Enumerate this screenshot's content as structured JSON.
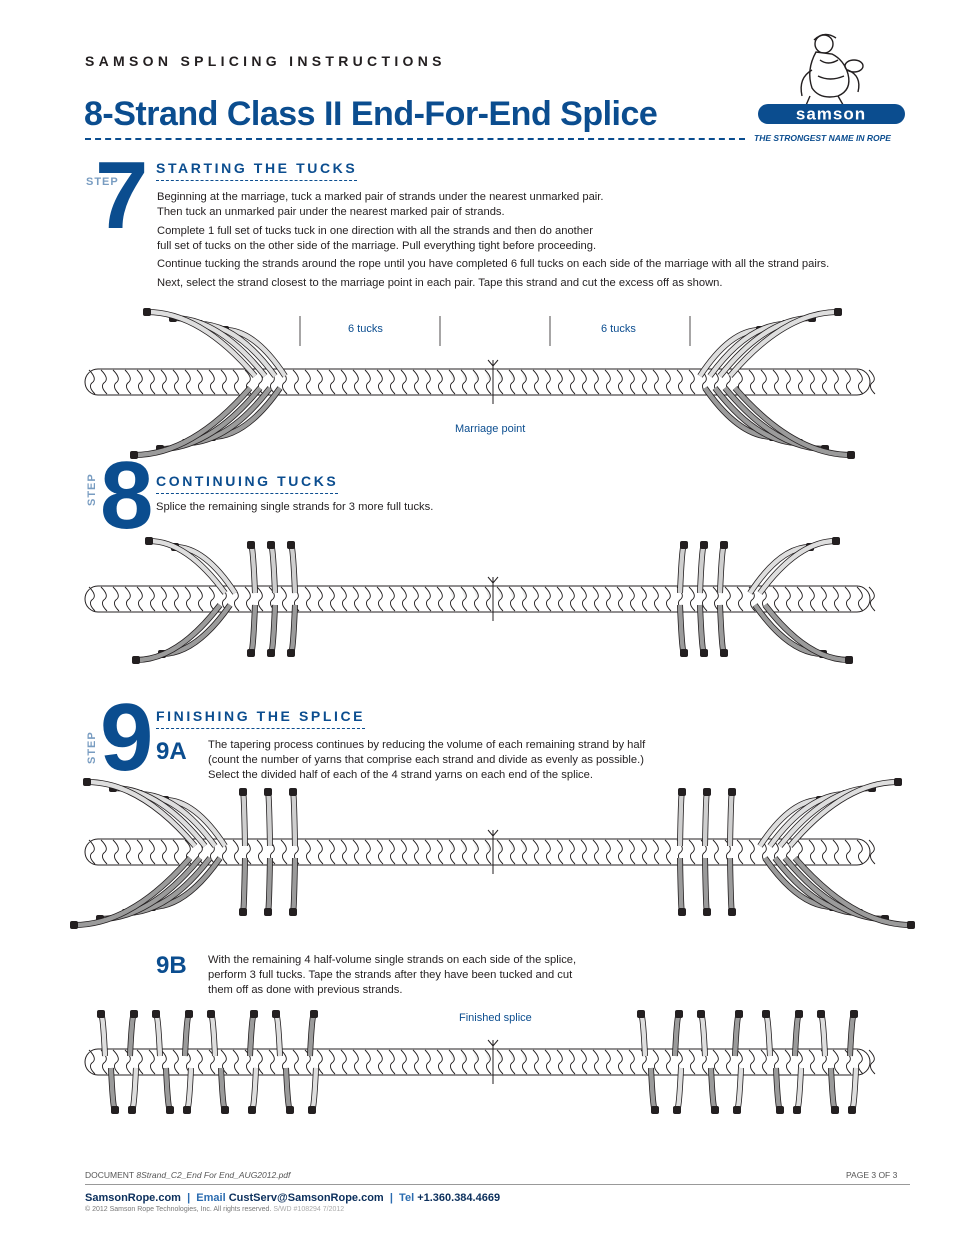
{
  "header": {
    "kicker": "SAMSON SPLICING INSTRUCTIONS",
    "title": "8-Strand Class II End-For-End Splice",
    "brand_tagline": "THE STRONGEST NAME IN ROPE",
    "brand_wordmark": "samson"
  },
  "colors": {
    "accent": "#0b4d8f",
    "text": "#231f20"
  },
  "steps": [
    {
      "label": "STEP",
      "number": "7",
      "heading": "STARTING THE TUCKS",
      "paragraphs": [
        "Beginning at the marriage, tuck a marked pair of strands under the nearest unmarked pair.\nThen tuck an unmarked pair under the nearest marked pair of strands.",
        "Complete 1 full set of tucks tuck in one direction with all the strands and then do another\nfull set of tucks on the other side of the marriage. Pull everything tight before proceeding.",
        "Continue tucking the strands around the rope until you have completed 6 full tucks on each side of the marriage with all the strand pairs.",
        "Next, select the strand closest to the marriage point in each pair. Tape this strand and cut the excess off as shown."
      ],
      "figure_labels": {
        "left_tucks": "6 tucks",
        "right_tucks": "6 tucks",
        "marriage": "Marriage point"
      }
    },
    {
      "label": "STEP",
      "number": "8",
      "heading": "CONTINUING TUCKS",
      "paragraphs": [
        "Splice the remaining single strands for 3 more full tucks."
      ]
    },
    {
      "label": "STEP",
      "number": "9",
      "heading": "FINISHING THE SPLICE",
      "substeps": [
        {
          "id": "9A",
          "text": "The tapering process continues by reducing the volume of each remaining strand by half\n(count the number of yarns that comprise each strand and divide as evenly as possible.)\nSelect the divided half of each of the 4 strand yarns on each end of the splice."
        },
        {
          "id": "9B",
          "text": "With the remaining 4 half-volume single strands on each side of the splice,\nperform 3 full tucks. Tape the strands after they have been tucked and cut\nthem off as done with previous strands.",
          "figure_label": "Finished splice"
        }
      ]
    }
  ],
  "footer": {
    "document_prefix": "DOCUMENT",
    "document_name": "8Strand_C2_End For End_AUG2012.pdf",
    "page": "PAGE 3 OF 3",
    "website": "SamsonRope.com",
    "email_label": "Email",
    "email": "CustServ@SamsonRope.com",
    "tel_label": "Tel",
    "tel": "+1.360.384.4669",
    "copyright": "© 2012 Samson Rope Technologies, Inc.  All rights reserved.",
    "code": "S/WD #108294 7/2012"
  }
}
